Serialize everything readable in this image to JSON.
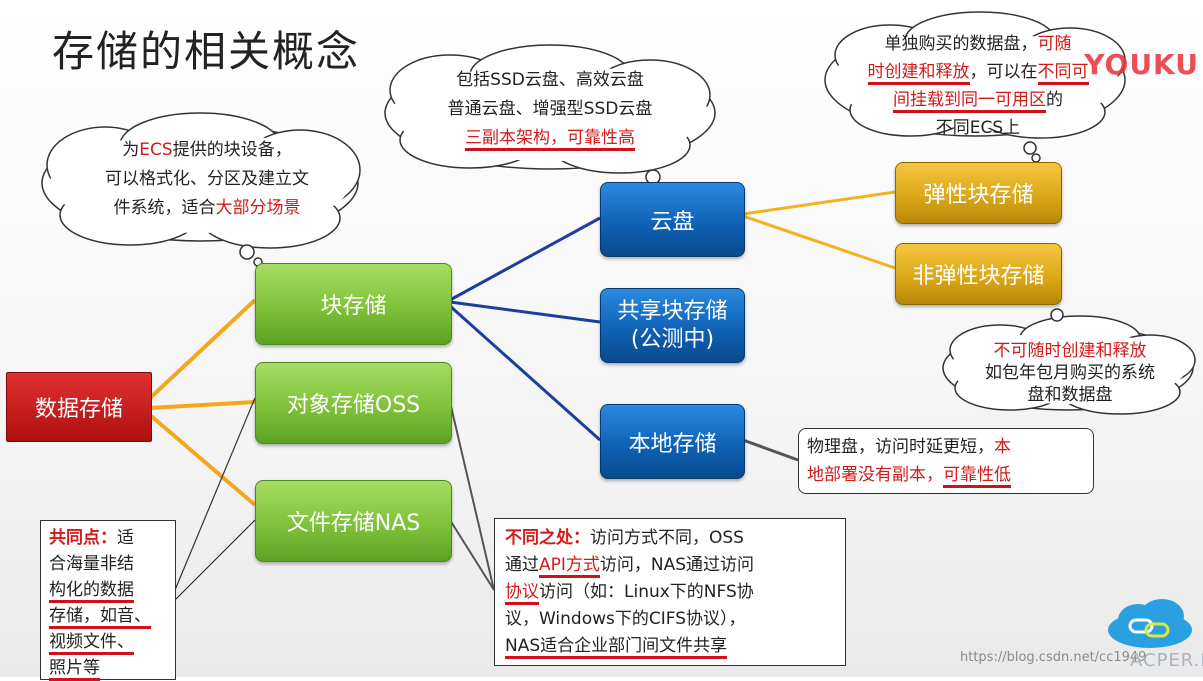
{
  "title": "存储的相关概念",
  "root": "数据存储",
  "nodes": {
    "block": "块存储",
    "oss": "对象存储OSS",
    "nas": "文件存储NAS",
    "cloud_disk": "云盘",
    "shared_block": "共享块存储\n(公测中)",
    "local": "本地存储",
    "elastic": "弹性块存储",
    "non_elastic": "非弹性块存储"
  },
  "bubbles": {
    "block_l1_a": "为",
    "block_l1_b": "ECS",
    "block_l1_c": "提供的块设备，",
    "block_l2": "可以格式化、分区及建立文",
    "block_l3_a": "件系统，适合",
    "block_l3_b": "大部分场景",
    "cloud_l1": "包括SSD云盘、高效云盘",
    "cloud_l2": "普通云盘、增强型SSD云盘",
    "cloud_l3": "三副本架构，可靠性高",
    "elastic_l1_a": "单独购买的数据盘，",
    "elastic_l1_b": "可随",
    "elastic_l2_a": "时创建和释放",
    "elastic_l2_b": "，可以在",
    "elastic_l2_c": "不同可",
    "elastic_l3_a": "间挂载到",
    "elastic_l3_b": "同一可用区",
    "elastic_l3_c": "的",
    "elastic_l4": "不同ECS上",
    "non_elastic_l1": "不可随时创建和释放",
    "non_elastic_l2": "如包年包月购买的系统",
    "non_elastic_l3": "盘和数据盘",
    "local_l1_a": "物理盘，访问时延更短，",
    "local_l1_b": "本",
    "local_l2_a": "地部署没有副本，",
    "local_l2_b": "可靠性低"
  },
  "common": {
    "label": "共同点：",
    "l1": "适",
    "l2": "合海量非结",
    "l3": "构化的数据",
    "l4": "存储，如音、",
    "l5": "视频文件、",
    "l6": "照片等"
  },
  "diff": {
    "label": "不同之处：",
    "l1": "访问方式不同，OSS",
    "l2_a": "通过",
    "l2_b": "API方式",
    "l2_c": "访问，NAS通过访问",
    "l3_a": "协议",
    "l3_b": "访问（如：Linux下的NFS协",
    "l4": "议，Windows下的CIFS协议），",
    "l5": "NAS适合企业部门间文件共享"
  },
  "watermarks": {
    "youku": "YOUKU",
    "blog": "https://blog.csdn.net/cc1949",
    "acper": "ACPER.NE"
  },
  "colors": {
    "orange_line": "#f2a71f",
    "blue_line": "#1a3f9e",
    "red": "#d21a1a"
  }
}
